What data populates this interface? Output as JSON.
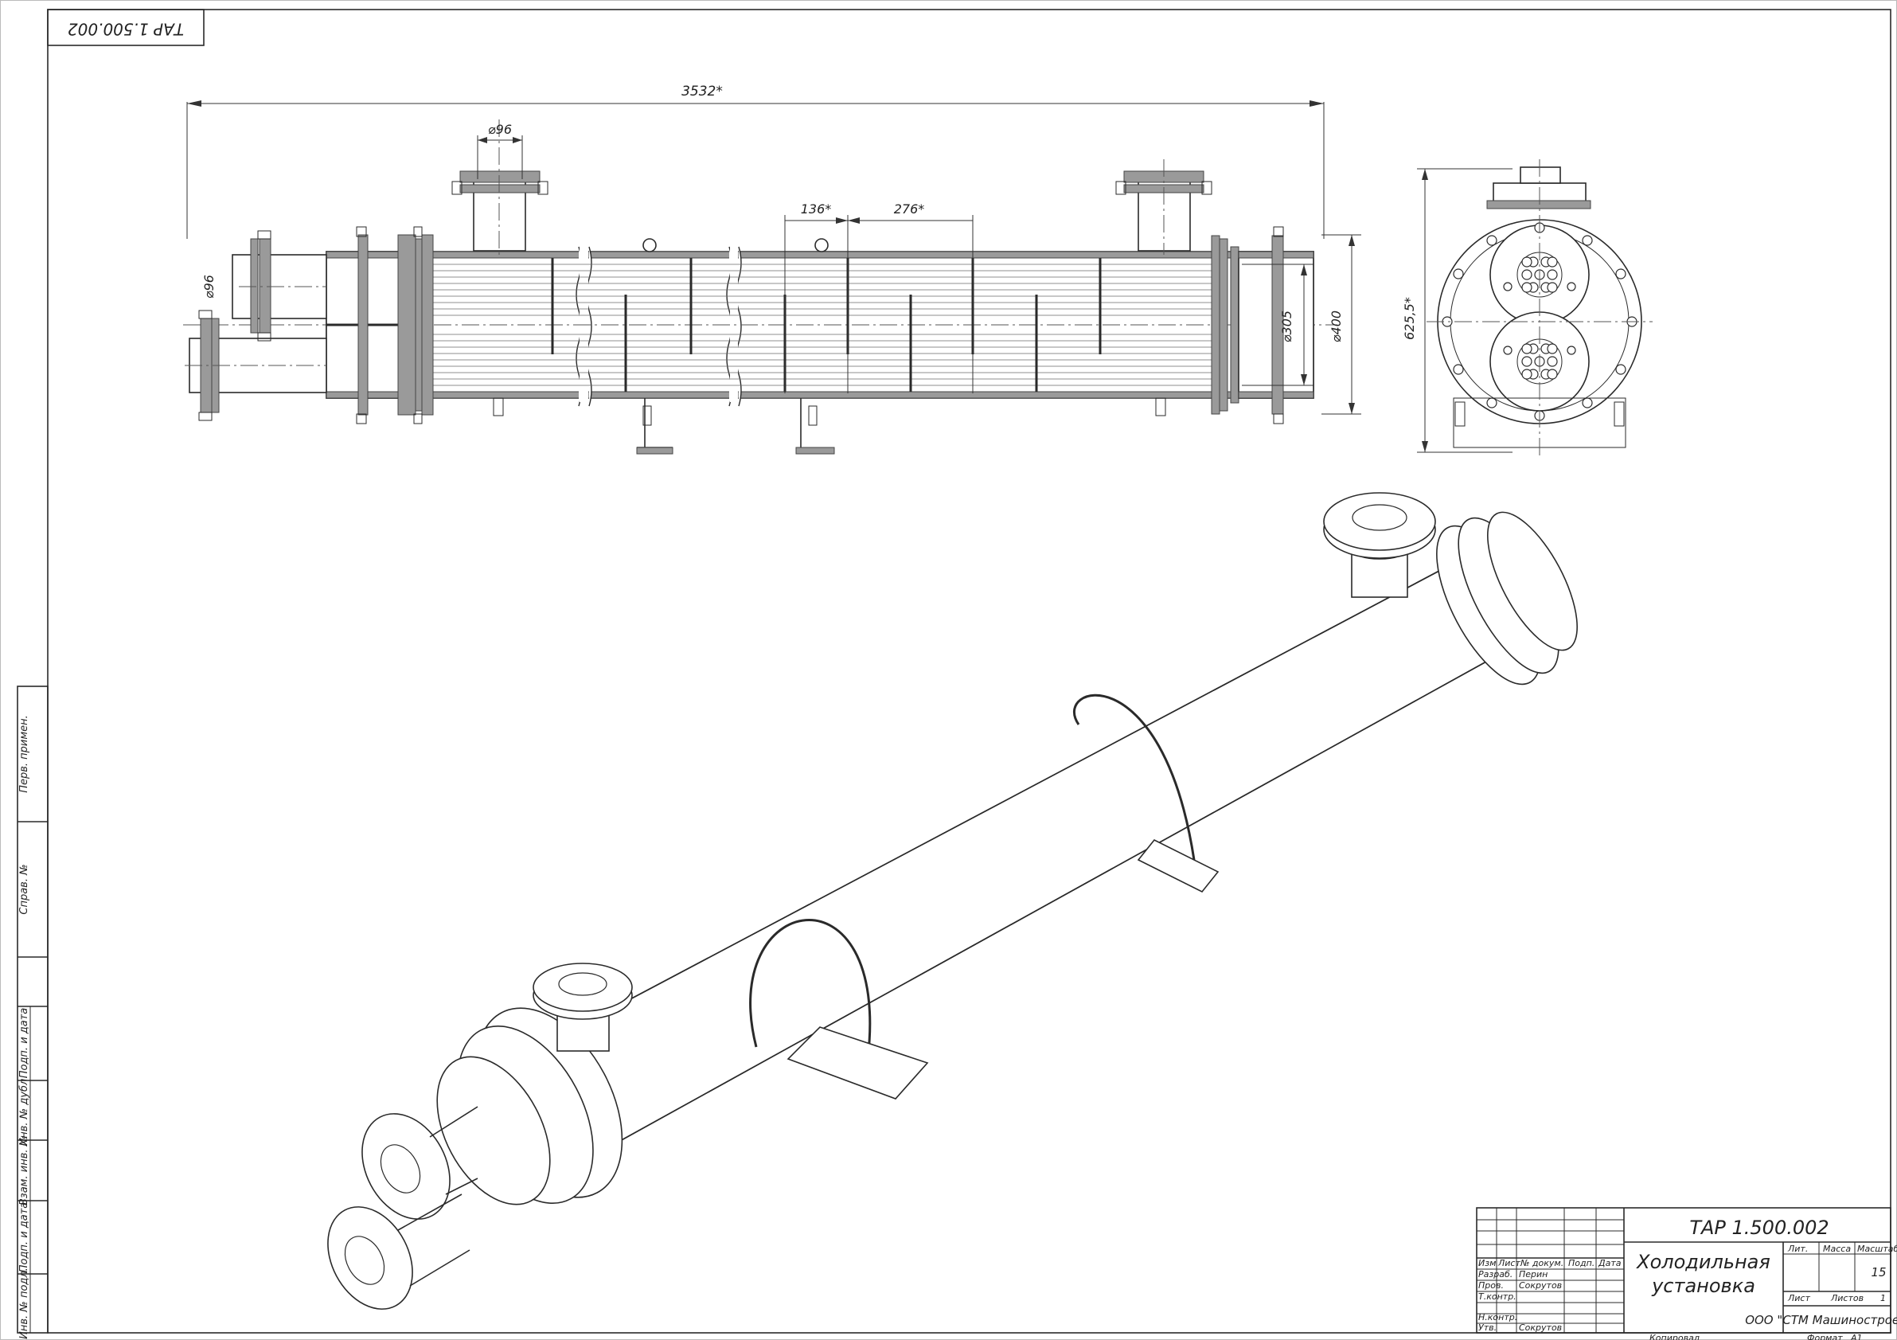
{
  "drawing": {
    "stamp_top": "ТАР 1.500.002",
    "designation": "ТАР 1.500.002",
    "title_line1": "Холодильная",
    "title_line2": "установка",
    "organization": "ООО \"СТМ Машиностроение\"",
    "scale": "15",
    "sheet": "1",
    "copied_label": "Копировал",
    "format_label": "Формат",
    "format_value": "A1"
  },
  "dimensions": {
    "overall_length": "3532*",
    "nozzle_top_diameter": "⌀96",
    "nozzle_side_diameter": "⌀96",
    "baffle_pitch_1": "136*",
    "baffle_pitch_2": "276*",
    "tube_bundle_diameter": "⌀305",
    "shell_diameter": "⌀400",
    "end_view_height": "625,5*"
  },
  "side_stamps": [
    "Перв. примен.",
    "Справ. №",
    "Подп. и дата",
    "Инв. № дубл.",
    "Взам. инв. №",
    "Подп. и дата",
    "Инв. № подл."
  ],
  "title_block": {
    "col_headers": [
      "Изм",
      "Лист",
      "№ докум.",
      "Подп.",
      "Дата"
    ],
    "roles": [
      {
        "role": "Разраб.",
        "name": "Перин"
      },
      {
        "role": "Пров.",
        "name": "Сокрутов"
      },
      {
        "role": "Т.контр.",
        "name": ""
      },
      {
        "role": "Н.контр.",
        "name": ""
      },
      {
        "role": "Утв.",
        "name": "Сокрутов"
      }
    ],
    "lit_label": "Лит.",
    "mass_label": "Масса",
    "scale_label": "Масштаб",
    "sheet_label": "Лист",
    "sheets_label": "Листов"
  }
}
